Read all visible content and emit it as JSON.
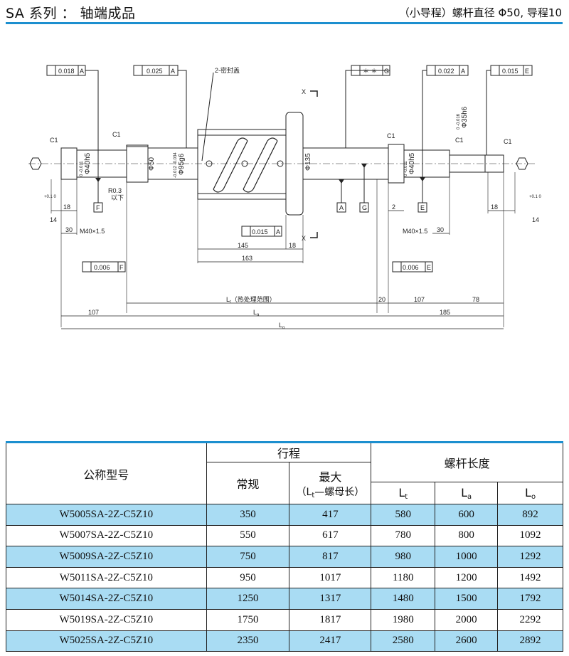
{
  "header": {
    "title": "SA 系列 ： 轴端成品",
    "subtitle": "（小导程）螺杆直径 Φ50, 导程10"
  },
  "drawing": {
    "tolerances": {
      "t1": "0.018",
      "t1_ref": "A",
      "t2": "0.025",
      "t2_ref": "A",
      "t3": "＊ ＊",
      "t3_ref": "G",
      "t4": "0.022",
      "t4_ref": "A",
      "t5": "0.015",
      "t5_ref": "E",
      "t6": "0.015",
      "t6_ref": "A",
      "t7": "0.006",
      "t7_ref": "F",
      "t8": "0.006",
      "t8_ref": "E"
    },
    "labels": {
      "seal": "2-密封盖",
      "section_x": "X",
      "c1": "C1",
      "d40h5_left": "Φ40h5",
      "d40h5_right": "Φ40h5",
      "d50": "Φ50",
      "d95g6": "Φ95g6",
      "d135": "Φ135",
      "d35h6": "Φ35h6",
      "r03": "R0.3",
      "r03_note": "以下",
      "thread_left": "M40×1.5",
      "thread_right": "M40×1.5",
      "tol_small_left": "0\n-0.011",
      "tol_small_right": "0\n-0.011",
      "tol_small_d35": "0\n-0.016",
      "tol_small_d95": "-0.012\n-0.034",
      "tol_end": "+0.1\n0",
      "datum_a": "A",
      "datum_e": "E",
      "datum_f": "F",
      "datum_g": "G"
    },
    "dims": {
      "d14_left": "14",
      "d18_left": "18",
      "d30_left": "30",
      "d145": "145",
      "d18_nut": "18",
      "d163": "163",
      "d2": "2",
      "d18_right": "18",
      "d14_right": "14",
      "d30_right": "30",
      "lt_label": "L",
      "lt_sub": "t",
      "lt_note": "（热处理范围）",
      "d20": "20",
      "d107_right": "107",
      "d78": "78",
      "d107_left": "107",
      "la_label": "L",
      "la_sub": "a",
      "d185": "185",
      "lo_label": "L",
      "lo_sub": "o"
    }
  },
  "table": {
    "headers": {
      "model": "公称型号",
      "stroke": "行程",
      "normal": "常规",
      "max": "最大",
      "max_note": "（L",
      "max_note_sub": "t",
      "max_note_tail": "—螺母长）",
      "screw_length": "螺杆长度",
      "lt": "L",
      "lt_sub": "t",
      "la": "L",
      "la_sub": "a",
      "lo": "L",
      "lo_sub": "o"
    },
    "rows": [
      {
        "model": "W5005SA-2Z-C5Z10",
        "normal": "350",
        "max": "417",
        "lt": "580",
        "la": "600",
        "lo": "892"
      },
      {
        "model": "W5007SA-2Z-C5Z10",
        "normal": "550",
        "max": "617",
        "lt": "780",
        "la": "800",
        "lo": "1092"
      },
      {
        "model": "W5009SA-2Z-C5Z10",
        "normal": "750",
        "max": "817",
        "lt": "980",
        "la": "1000",
        "lo": "1292"
      },
      {
        "model": "W5011SA-2Z-C5Z10",
        "normal": "950",
        "max": "1017",
        "lt": "1180",
        "la": "1200",
        "lo": "1492"
      },
      {
        "model": "W5014SA-2Z-C5Z10",
        "normal": "1250",
        "max": "1317",
        "lt": "1480",
        "la": "1500",
        "lo": "1792"
      },
      {
        "model": "W5019SA-2Z-C5Z10",
        "normal": "1750",
        "max": "1817",
        "lt": "1980",
        "la": "2000",
        "lo": "2292"
      },
      {
        "model": "W5025SA-2Z-C5Z10",
        "normal": "2350",
        "max": "2417",
        "lt": "2580",
        "la": "2600",
        "lo": "2892"
      }
    ]
  },
  "colors": {
    "accent": "#1c8fcf",
    "row_highlight": "#a9dcf3"
  }
}
